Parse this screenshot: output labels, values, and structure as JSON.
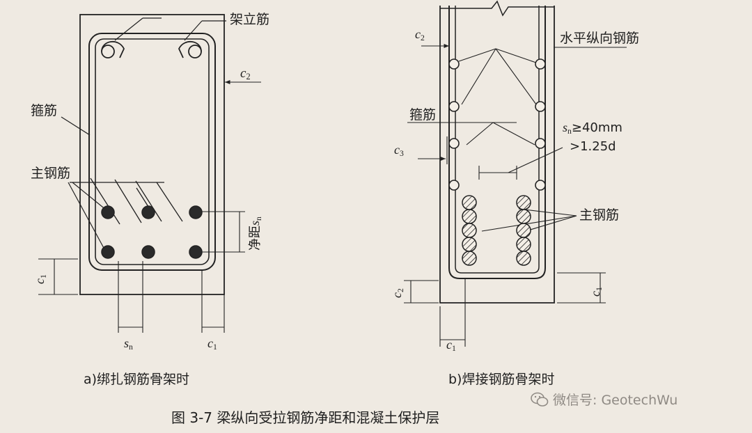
{
  "labels": {
    "a_erection_bar": "架立筋",
    "a_stirrup": "箍筋",
    "a_main_bar": "主钢筋",
    "a_clear_spacing": "净距",
    "a_sn_symbol": "s",
    "a_sn_sub": "n",
    "a_c2_symbol": "c",
    "a_c2_sub": "2",
    "a_c1_side_symbol": "c",
    "a_c1_side_sub": "1",
    "a_c1_bottom_symbol": "c",
    "a_c1_bottom_sub": "1",
    "a_sn_bottom_symbol": "s",
    "a_sn_bottom_sub": "n",
    "b_horizontal_bar": "水平纵向钢筋",
    "b_stirrup": "箍筋",
    "b_main_bar": "主钢筋",
    "b_c2_top_symbol": "c",
    "b_c2_top_sub": "2",
    "b_c3_symbol": "c",
    "b_c3_sub": "3",
    "b_sn_rule_prefix": "s",
    "b_sn_rule_sub": "n",
    "b_sn_rule_1": "≥40mm",
    "b_sn_rule_2": ">1.25d",
    "b_c2_side_symbol": "c",
    "b_c2_side_sub": "2",
    "b_c1_right_symbol": "c",
    "b_c1_right_sub": "1",
    "b_c1_bottom_symbol": "c",
    "b_c1_bottom_sub": "1"
  },
  "captions": {
    "a": "a)绑扎钢筋骨架时",
    "b": "b)焊接钢筋骨架时",
    "figure": "图 3-7    梁纵向受拉钢筋净距和混凝土保护层"
  },
  "watermark": "微信号: GeotechWu",
  "colors": {
    "ink": "#222222",
    "background": "#efeae2",
    "bar_fill": "#2a2a2a",
    "watermark": "#8f8a84"
  },
  "icons": {
    "watermark": "wechat-icon"
  }
}
